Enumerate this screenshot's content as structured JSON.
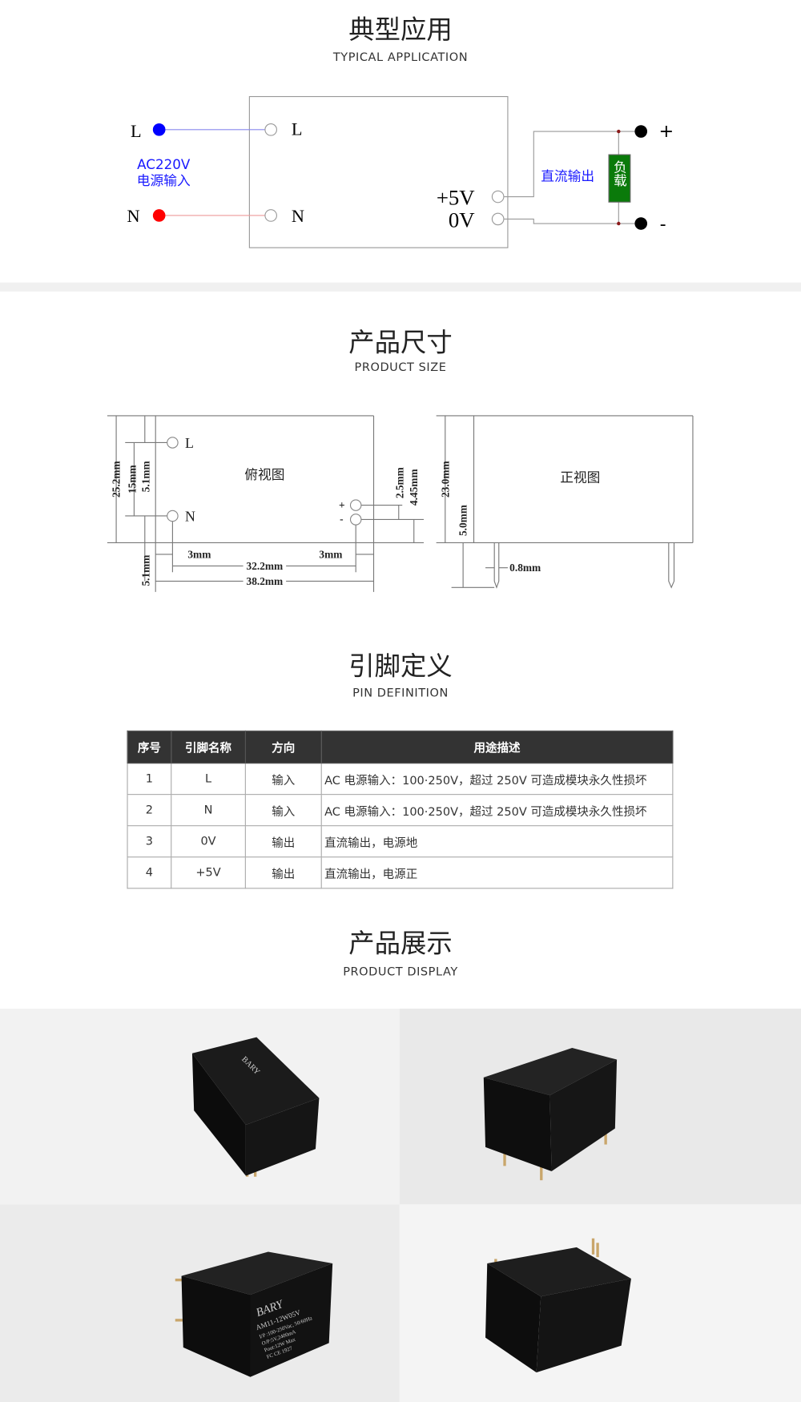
{
  "sections": {
    "application": {
      "title": "典型应用",
      "subtitle": "TYPICAL APPLICATION"
    },
    "size": {
      "title": "产品尺寸",
      "subtitle": "PRODUCT SIZE"
    },
    "pins": {
      "title": "引脚定义",
      "subtitle": "PIN DEFINITION"
    },
    "display": {
      "title": "产品展示",
      "subtitle": "PRODUCT DISPLAY"
    }
  },
  "circuit": {
    "input_L": "L",
    "input_N": "N",
    "module_L": "L",
    "module_N": "N",
    "input_voltage": "AC220V",
    "input_label": "电源输入",
    "out_pos": "+5V",
    "out_neg": "0V",
    "dc_label": "直流输出",
    "load_label": "负载",
    "term_pos": "+",
    "term_neg": "-",
    "colors": {
      "L_dot": "#0000ff",
      "N_dot": "#ff0000",
      "load": "#0a7a0a",
      "label": "#1a1aff"
    }
  },
  "dimensions": {
    "top_view_label": "俯视图",
    "front_view_label": "正视图",
    "pin_L": "L",
    "pin_N": "N",
    "pin_pos": "+",
    "pin_neg": "-",
    "height_total": "25.2mm",
    "pin_spacing_v": "15mm",
    "top_offset": "5.1mm",
    "bottom_offset": "5.1mm",
    "left_margin": "3mm",
    "right_margin": "3mm",
    "pin_spacing_h": "32.2mm",
    "length_total": "38.2mm",
    "out_pin_gap": "2.5mm",
    "out_pin_offset": "4.45mm",
    "body_height": "23.0mm",
    "pin_length": "5.0mm",
    "pin_width": "0.8mm"
  },
  "pin_table": {
    "headers": [
      "序号",
      "引脚名称",
      "方向",
      "用途描述"
    ],
    "rows": [
      [
        "1",
        "L",
        "输入",
        "AC 电源输入：100·250V，超过 250V 可造成模块永久性损坏"
      ],
      [
        "2",
        "N",
        "输入",
        "AC 电源输入：100·250V，超过 250V 可造成模块永久性损坏"
      ],
      [
        "3",
        "0V",
        "输出",
        "直流输出，电源地"
      ],
      [
        "4",
        "+5V",
        "输出",
        "直流输出，电源正"
      ]
    ]
  },
  "product": {
    "brand": "BARY",
    "model": "AM11-12W05V",
    "spec_lines": [
      "I/P :100-250Vac, 50/60Hz",
      "O/P:5V,2400mA",
      "Pout:12W Max",
      "FC CE 1927"
    ]
  }
}
